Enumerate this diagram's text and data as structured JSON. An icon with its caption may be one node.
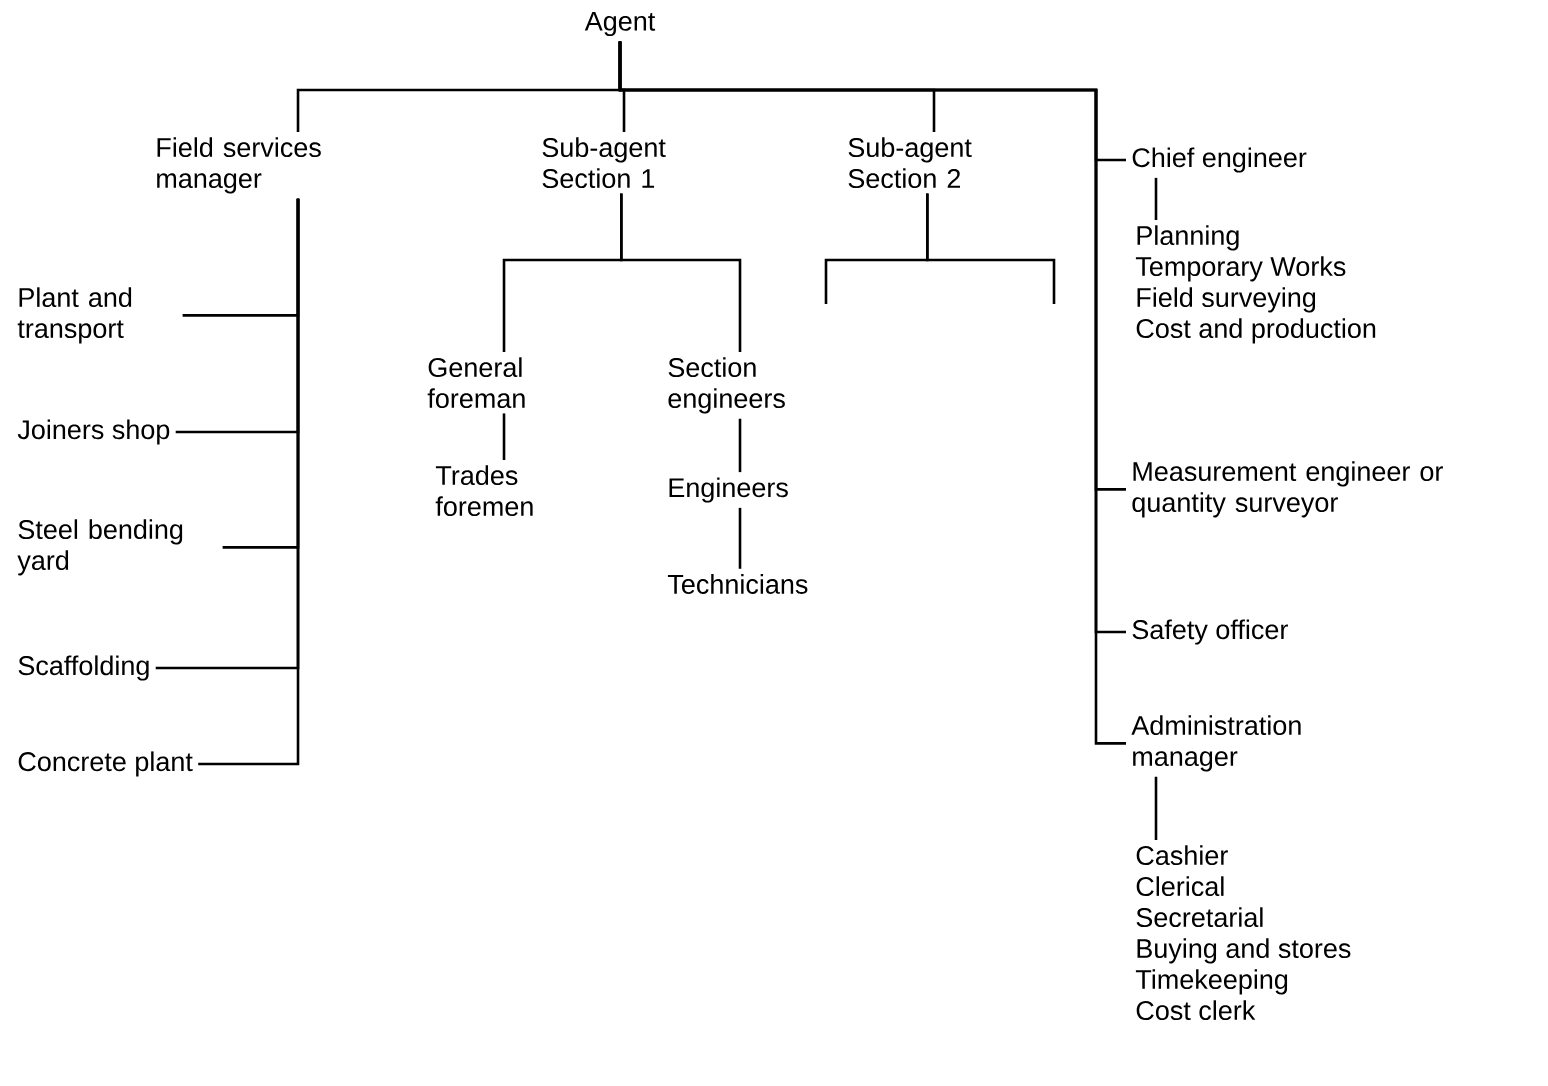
{
  "diagram": {
    "nodes": [
      {
        "text": [
          "Agent"
        ]
      },
      {
        "text": [
          "Field services manager"
        ]
      },
      {
        "text": [
          "Sub-agent Section 1"
        ]
      },
      {
        "text": [
          "Sub-agent Section 2"
        ]
      },
      {
        "text": [
          "Chief engineer"
        ]
      },
      {
        "text": [
          "Plant and transport"
        ]
      },
      {
        "text": [
          "Joiners shop"
        ]
      },
      {
        "text": [
          "Steel bending yard"
        ]
      },
      {
        "text": [
          "Scaffolding"
        ]
      },
      {
        "text": [
          "Concrete plant"
        ]
      },
      {
        "text": [
          "General foreman"
        ]
      },
      {
        "text": [
          "Section engineers"
        ]
      },
      {
        "text": [
          "Trades foremen"
        ]
      },
      {
        "text": [
          "Engineers"
        ]
      },
      {
        "text": [
          "Technicians"
        ]
      },
      {
        "text": [
          "Planning",
          "Temporary Works",
          "Field surveying",
          "Cost and production"
        ]
      },
      {
        "text": [
          "Measurement engineer or quantity surveyor"
        ]
      },
      {
        "text": [
          "Safety officer"
        ]
      },
      {
        "text": [
          "Administration manager"
        ]
      },
      {
        "text": [
          "Cashier",
          "Clerical",
          "Secretarial",
          "Buying and stores",
          "Timekeeping",
          "Cost clerk"
        ]
      }
    ],
    "edges": [
      {
        "from": 0,
        "to": 1,
        "arrow": "none"
      },
      {
        "from": 0,
        "to": 2,
        "arrow": "none"
      },
      {
        "from": 0,
        "to": 3,
        "arrow": "none"
      },
      {
        "from": 0,
        "to": 4,
        "arrow": "none"
      },
      {
        "from": 0,
        "to": 16,
        "arrow": "none"
      },
      {
        "from": 0,
        "to": 17,
        "arrow": "none"
      },
      {
        "from": 0,
        "to": 18,
        "arrow": "none"
      },
      {
        "from": 1,
        "to": 5,
        "arrow": "none"
      },
      {
        "from": 1,
        "to": 6,
        "arrow": "none"
      },
      {
        "from": 1,
        "to": 7,
        "arrow": "none"
      },
      {
        "from": 1,
        "to": 8,
        "arrow": "none"
      },
      {
        "from": 1,
        "to": 9,
        "arrow": "none"
      },
      {
        "from": 2,
        "to": 10,
        "arrow": "none"
      },
      {
        "from": 2,
        "to": 11,
        "arrow": "none"
      },
      {
        "from": 10,
        "to": 12,
        "arrow": "none"
      },
      {
        "from": 11,
        "to": 13,
        "arrow": "none"
      },
      {
        "from": 13,
        "to": 14,
        "arrow": "none"
      },
      {
        "from": 3,
        "to": null,
        "arrow": "none"
      },
      {
        "from": 3,
        "to": null,
        "arrow": "none"
      },
      {
        "from": 4,
        "to": 15,
        "arrow": "none"
      },
      {
        "from": 18,
        "to": 19,
        "arrow": "none"
      }
    ]
  }
}
